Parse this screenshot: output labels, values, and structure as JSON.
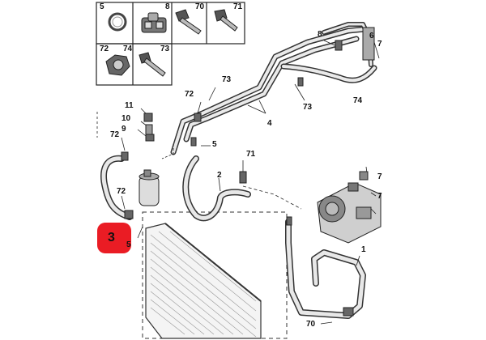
{
  "parts_table": [
    {
      "label": "5"
    },
    {
      "label": "8"
    },
    {
      "label": "70"
    },
    {
      "label": "71"
    },
    {
      "label": "72"
    },
    {
      "label": "74"
    },
    {
      "label": "73"
    }
  ],
  "highlighted_callout": "3",
  "highlight_color": "#ea1c24",
  "callouts": [
    {
      "id": "8a",
      "text": "8"
    },
    {
      "id": "6a",
      "text": "6"
    },
    {
      "id": "7a",
      "text": "7"
    },
    {
      "id": "72a",
      "text": "72"
    },
    {
      "id": "73a",
      "text": "73"
    },
    {
      "id": "73b",
      "text": "73"
    },
    {
      "id": "74a",
      "text": "74"
    },
    {
      "id": "4a",
      "text": "4"
    },
    {
      "id": "11a",
      "text": "11"
    },
    {
      "id": "10a",
      "text": "10"
    },
    {
      "id": "9a",
      "text": "9"
    },
    {
      "id": "72b",
      "text": "72"
    },
    {
      "id": "5a",
      "text": "5"
    },
    {
      "id": "71a",
      "text": "71"
    },
    {
      "id": "2a",
      "text": "2"
    },
    {
      "id": "72c",
      "text": "72"
    },
    {
      "id": "5b",
      "text": "5"
    },
    {
      "id": "7b",
      "text": "7"
    },
    {
      "id": "7c",
      "text": "7"
    },
    {
      "id": "1a",
      "text": "1"
    },
    {
      "id": "70a",
      "text": "70"
    }
  ]
}
